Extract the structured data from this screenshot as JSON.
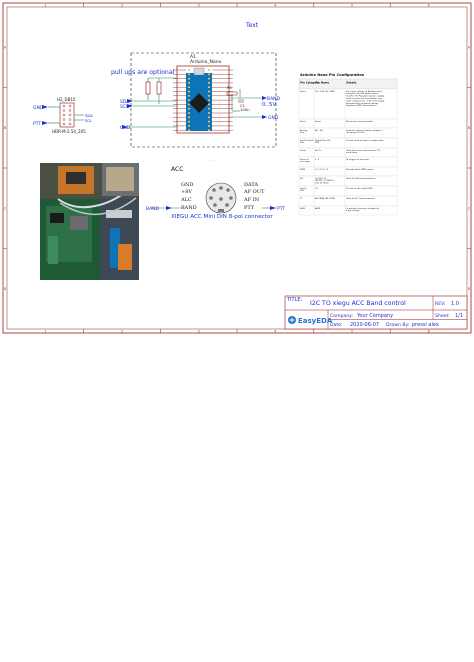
{
  "frame": {
    "col_labels": [
      "1",
      "2",
      "3",
      "4",
      "5",
      "6"
    ],
    "row_labels": [
      "A",
      "B",
      "C",
      "D"
    ]
  },
  "schematic": {
    "top_text": "Text",
    "pullup_note": "pull ups are optional",
    "mcu": {
      "ref": "A1",
      "name": "Arduino_Nano"
    },
    "header": {
      "ref": "H2_DB15",
      "name": "HDR-M-2.54_2X5",
      "pin_labels": [
        "SDA",
        "SCL"
      ]
    },
    "nets": {
      "gnd": "GND",
      "ptt": "PTT",
      "sda": "SDA",
      "scl": "SCL",
      "band": "BAND",
      "v05": "0..5V",
      "band_right": "BAND",
      "gnd_right": "GND",
      "band_acc": "BAND",
      "ptt_acc": "PTT"
    },
    "resistor_label": "R1",
    "cap_label": "C1",
    "cap_value": "100n"
  },
  "acc": {
    "title": "ACC",
    "pins_left": [
      "GND",
      "+8V",
      "ALC",
      "BAND"
    ],
    "pins_right": [
      "DATA",
      "AF OUT",
      "AF IN",
      "PTT"
    ],
    "caption": "XIEGU ACC Mini DIN 8-pol connector"
  },
  "pin_table": {
    "title": "Arduino Nano Pin Configuration",
    "headers": [
      "Pin Category",
      "Pin Name",
      "Details"
    ],
    "rows": [
      [
        "Power",
        "Vin, 3.3V, 5V, GND",
        "Vin: Input voltage to Arduino when using an external power source (6-12V). 5V: Regulated power supply used to power microcontroller and other components. 3.3V: 3.3V supply generated by on-board voltage regulator. GND: Ground pins."
      ],
      [
        "Reset",
        "Reset",
        "Resets the microcontroller."
      ],
      [
        "Analog Pins",
        "A0 – A7",
        "Used to measure analog voltage in the range of 0-5V"
      ],
      [
        "Input/Output Pins",
        "Digital Pins D0 - D13",
        "Can be used as input or output pins."
      ],
      [
        "Serial",
        "Rx, Tx",
        "Used to receive and transmit TTL serial data."
      ],
      [
        "External Interrupts",
        "2, 3",
        "To trigger an interrupt."
      ],
      [
        "PWM",
        "3, 5, 6, 9, 11",
        "Provides 8-bit PWM output."
      ],
      [
        "SPI",
        "10 (SS), 11 (MOSI), 12 (MISO) and 13 (SCK)",
        "Used for SPI communication."
      ],
      [
        "Inbuilt LED",
        "13",
        "To turn on the inbuilt LED."
      ],
      [
        "IIC",
        "A4 (SDA), A5 (SCA)",
        "Used for IIC communication."
      ],
      [
        "AREF",
        "AREF",
        "To provide reference voltage for input voltage."
      ]
    ]
  },
  "title_block": {
    "title_label": "TITLE:",
    "title": "I2C TO xiegu ACC Band control",
    "rev_label": "REV:",
    "rev": "1.0",
    "company_label": "Company:",
    "company": "Your Company",
    "sheet_label": "Sheet:",
    "sheet": "1/1",
    "date_label": "Date:",
    "date": "2020-06-07",
    "drawn_label": "Drawn By:",
    "drawn_by": "pressl alex",
    "logo_text": "EasyEDA"
  },
  "colors": {
    "frame": "#9b1c1c",
    "wire": "#1a8c55",
    "net": "#1f2fd0",
    "part": "#8b1010",
    "nano": "#0e74b8",
    "logo": "#2d6fcf"
  }
}
